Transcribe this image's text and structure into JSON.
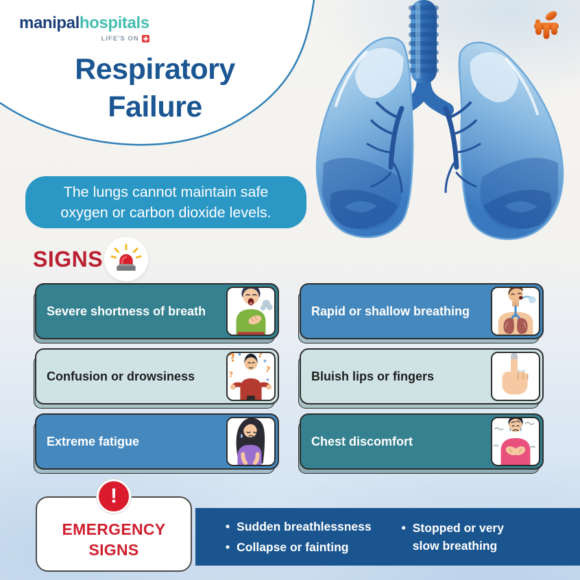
{
  "brand": {
    "name_primary": "manipal",
    "name_secondary": "hospitals",
    "tagline": "LIFE'S ON"
  },
  "title": "Respiratory Failure",
  "intro": "The lungs cannot maintain safe oxygen or carbon dioxide levels.",
  "signs": {
    "heading": "SIGNS",
    "items": [
      {
        "label": "Severe shortness of breath",
        "icon": "man-short-of-breath-icon",
        "style": "teal"
      },
      {
        "label": "Rapid or shallow breathing",
        "icon": "man-breathing-lungs-icon",
        "style": "blue"
      },
      {
        "label": "Confusion or drowsiness",
        "icon": "confused-man-icon",
        "style": "pale"
      },
      {
        "label": "Bluish lips or fingers",
        "icon": "pointing-finger-icon",
        "style": "pale"
      },
      {
        "label": "Extreme fatigue",
        "icon": "tired-woman-icon",
        "style": "blue"
      },
      {
        "label": "Chest discomfort",
        "icon": "chest-pain-man-icon",
        "style": "teal"
      }
    ]
  },
  "emergency": {
    "heading": "EMERGENCY SIGNS",
    "alert_glyph": "!",
    "bullets": [
      "Sudden breathlessness",
      "Collapse or fainting",
      "Stopped or very slow breathing"
    ]
  },
  "ui": {
    "bullet": "•"
  },
  "colors": {
    "title_blue": "#1b5692",
    "intro_banner_blue": "#2b97c5",
    "card_teal": "#35818f",
    "card_blue": "#4588bd",
    "card_pale": "#cfe3e4",
    "signs_red": "#b92031",
    "emergency_red": "#cf1f2e",
    "emergency_banner_navy": "#1a5590",
    "logo_navy": "#1d3f78",
    "logo_teal": "#45bfb0",
    "mark_orange": "#e4641a"
  }
}
